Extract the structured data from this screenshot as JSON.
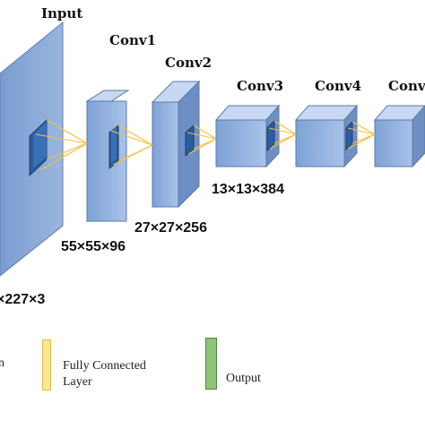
{
  "layers": {
    "input": {
      "label": "Input",
      "dims": "×227×3"
    },
    "conv1": {
      "label": "Conv1",
      "dims": "55×55×96"
    },
    "conv2": {
      "label": "Conv2",
      "dims": "27×27×256"
    },
    "conv3": {
      "label": "Conv3",
      "dims": "13×13×384"
    },
    "conv4": {
      "label": "Conv4"
    },
    "conv5": {
      "label": "Conv"
    }
  },
  "legend": {
    "partial_left": "n",
    "fully_connected": "Fully Connected\nLayer",
    "output": "Output"
  },
  "colors": {
    "block_front": "#8fb0de",
    "block_side": "#6e8fc4",
    "block_top": "#b9cdee",
    "block_edge": "#5c7aa8",
    "kernel": "#2c5d9e",
    "connection": "#f0c040",
    "fc_swatch": "#f6e79a",
    "output_swatch": "#8fc27c"
  }
}
